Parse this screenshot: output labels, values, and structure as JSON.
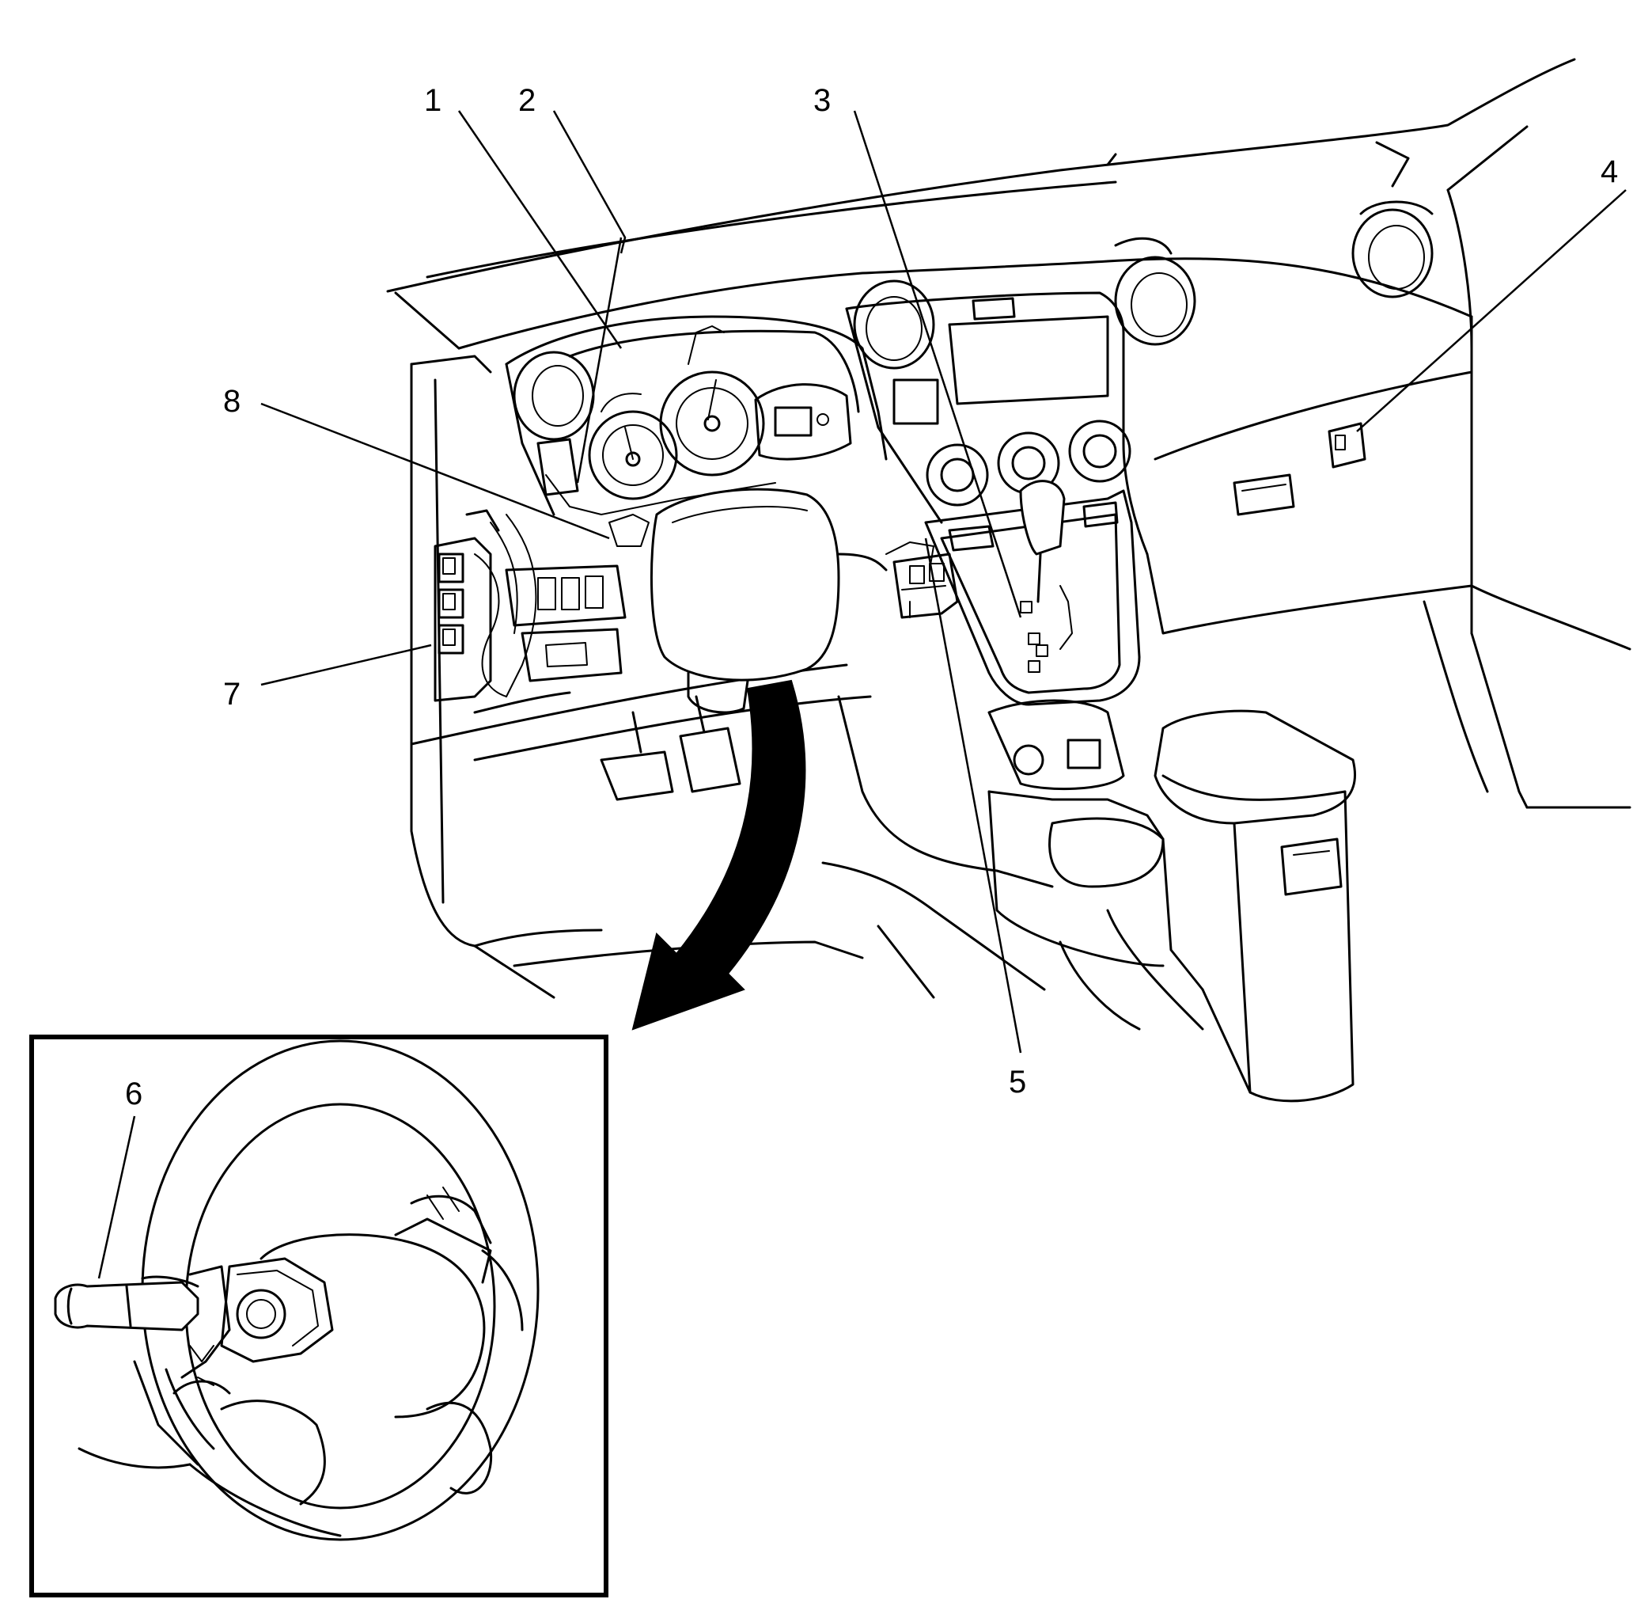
{
  "callouts": [
    {
      "id": "1",
      "label": "1"
    },
    {
      "id": "2",
      "label": "2"
    },
    {
      "id": "3",
      "label": "3"
    },
    {
      "id": "4",
      "label": "4"
    },
    {
      "id": "5",
      "label": "5"
    },
    {
      "id": "6",
      "label": "6"
    },
    {
      "id": "7",
      "label": "7"
    },
    {
      "id": "8",
      "label": "8"
    }
  ],
  "inset": {
    "shows": "steering-wheel-detail"
  },
  "arrow": {
    "direction": "dashboard-to-inset"
  }
}
